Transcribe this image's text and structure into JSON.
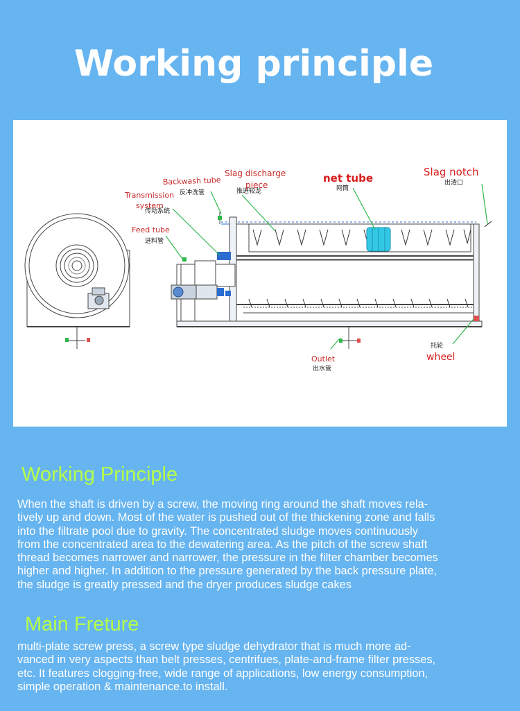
{
  "header": {
    "title": "Working principle"
  },
  "diagram": {
    "labels": {
      "backwash": {
        "en": "Backwash tube",
        "zh": "反冲洗管"
      },
      "slag_discharge": {
        "en": "Slag discharge",
        "en2": "piece",
        "zh": "推进较龙"
      },
      "net_tube": {
        "en": "net tube",
        "zh": "网筒"
      },
      "slag_notch": {
        "en": "Slag notch",
        "zh": "出渣口"
      },
      "transmission": {
        "en": "Transmission",
        "en2": "system",
        "zh": "传动系统"
      },
      "feed_tube": {
        "en": "Feed tube",
        "zh": "进料管"
      },
      "outlet": {
        "en": "Outlet",
        "zh": "出水管"
      },
      "wheel": {
        "en": "wheel",
        "zh": "托轮"
      }
    }
  },
  "working_principle": {
    "heading": "Working Principle",
    "lines": [
      "When the shaft is driven by a screw, the moving ring around the shaft moves rela-",
      "tively up and down. Most of the water is pushed out of the thickening zone and falls",
      "into the filtrate pool due to gravity. The concentrated sludge moves continuously",
      "from the concentrated area to the dewatering area. As the pitch of the screw shaft",
      "thread becomes narrower and narrower, the pressure in the filter chamber becomes",
      "higher and higher. In addition to the pressure generated by the back pressure plate,",
      "the sludge is greatly pressed and the dryer produces sludge cakes"
    ]
  },
  "main_feature": {
    "heading": "Main Freture",
    "lines": [
      "multi-plate screw press, a screw type sludge dehydrator that is much more ad-",
      "vanced in very aspects than belt presses, centrifues, plate-and-frame filter presses,",
      "etc. It features clogging-free, wide range of applications, low energy consumption,",
      "simple operation & maintenance.to install."
    ]
  },
  "colors": {
    "background": "#66b4f0",
    "heading_green": "#b7ff4a",
    "label_red": "#d91e1e",
    "leader_green": "#2fb84a",
    "net_tube_cyan": "#33c9e6"
  }
}
